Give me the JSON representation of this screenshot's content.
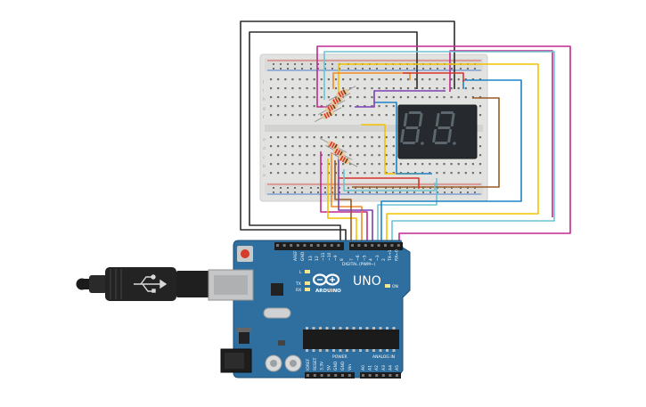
{
  "board": {
    "name": "UNO",
    "brand": "ARDUINO",
    "header_digital": "DIGITAL (PWM~)",
    "header_power": "POWER",
    "header_analog": "ANALOG IN",
    "on_label": "ON",
    "led_l": "L",
    "led_tx": "TX",
    "led_rx": "RX",
    "aref": "AREF",
    "gnd": "GND",
    "digital_pins": [
      "13",
      "12",
      "~11",
      "~10",
      "~9",
      "8",
      "7",
      "~6",
      "~5",
      "4",
      "~3",
      "2",
      "TX→1",
      "RX←0"
    ],
    "power_pins": [
      "IOREF",
      "RESET",
      "3.3V",
      "5V",
      "GND",
      "GND",
      "Vin"
    ],
    "analog_pins": [
      "A0",
      "A1",
      "A2",
      "A3",
      "A4",
      "A5"
    ]
  },
  "breadboard": {
    "row_letters_top": [
      "j",
      "i",
      "h",
      "g",
      "f"
    ],
    "row_letters_bottom": [
      "e",
      "d",
      "c",
      "b",
      "a"
    ],
    "rail_plus": "+",
    "rail_minus": "-"
  },
  "display": {
    "digits": [
      "8",
      "8"
    ],
    "segment_color": "#5c666e",
    "body_color": "#262a2e"
  },
  "wire_colors": {
    "black": "#2b2b2b",
    "magenta": "#c02a8f",
    "light_blue": "#6cc3d3",
    "yellow": "#f2c200",
    "blue": "#1e84c6",
    "orange": "#f08a24",
    "brown": "#9a5a22",
    "purple": "#7a3fb0",
    "red": "#d7342c"
  },
  "colors": {
    "board": "#2e6fa0",
    "board_dark": "#1f4f76",
    "breadboard": "#e2e2e0"
  }
}
